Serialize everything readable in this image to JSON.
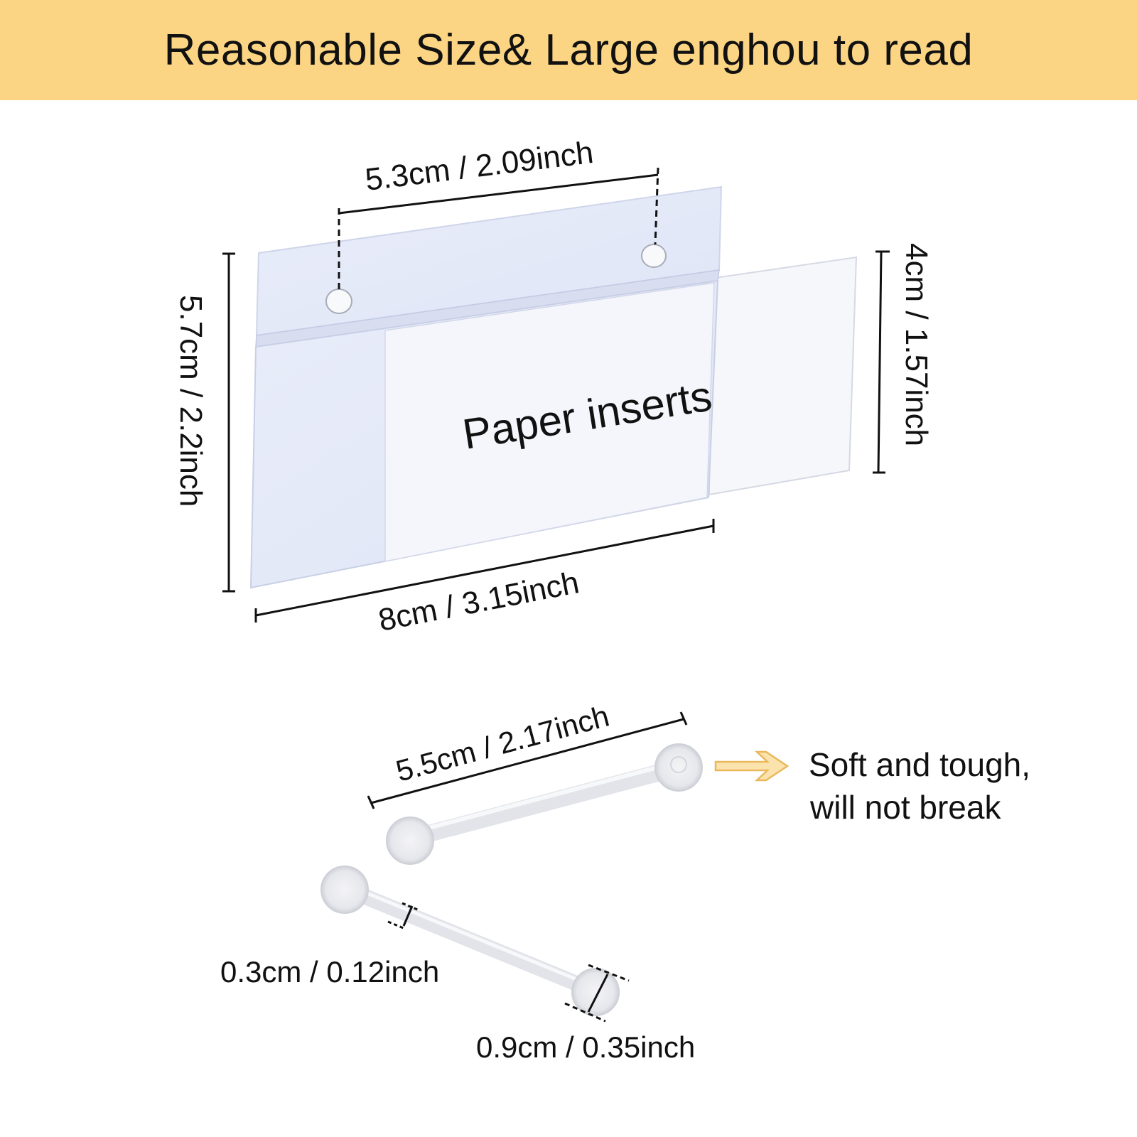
{
  "title": "Reasonable Size& Large enghou to read",
  "holder": {
    "insert_label": "Paper inserts",
    "hole_spacing": "5.3cm / 2.09inch",
    "height": "5.7cm / 2.2inch",
    "width": "8cm / 3.15inch",
    "insert_height": "4cm / 1.57inch"
  },
  "pin": {
    "length": "5.5cm / 2.17inch",
    "shaft_diameter": "0.3cm / 0.12inch",
    "head_diameter": "0.9cm / 0.35inch",
    "feature_line1": "Soft and tough,",
    "feature_line2": "will not break"
  },
  "colors": {
    "banner": "#fbd583",
    "arrow": "#f3c979",
    "plastic": "#e6ebf8"
  }
}
